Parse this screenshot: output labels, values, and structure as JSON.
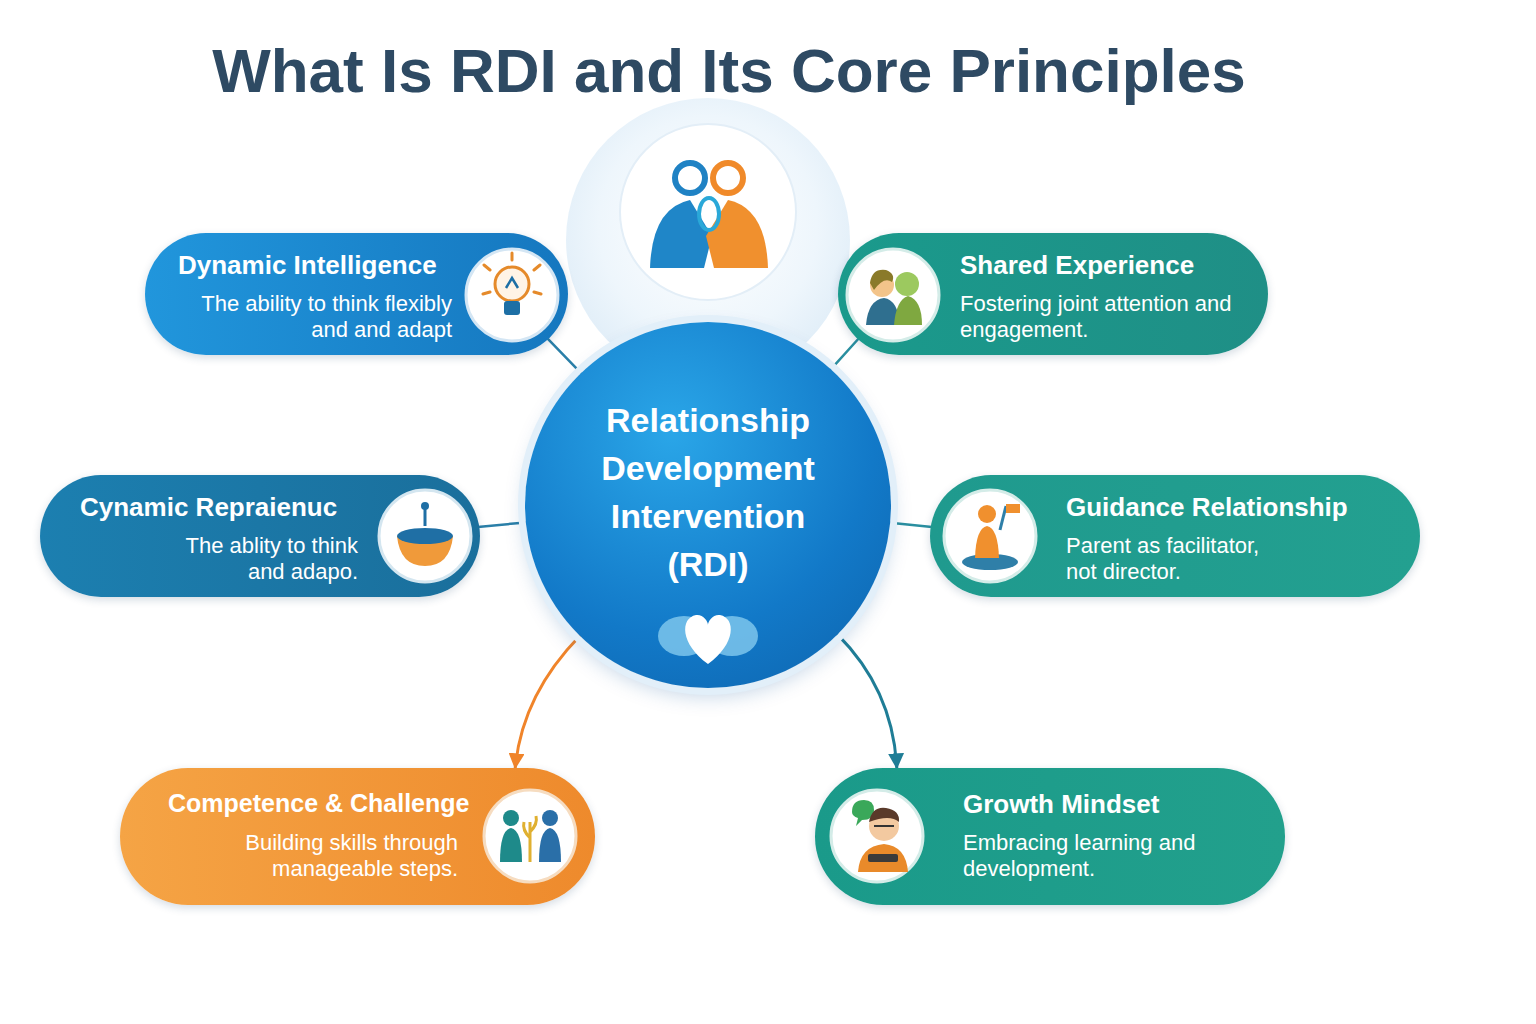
{
  "diagram": {
    "title": "What Is RDI and Its Core Principles",
    "nodes": [
      {
        "text": [
          "Dynamic Intelligence",
          "The ability to think flexibly and and adapt"
        ]
      },
      {
        "text": [
          "Shared Experience",
          "Fostering joint attention and engagement."
        ]
      },
      {
        "text": [
          "Relationship Development Intervention (RDI)"
        ]
      },
      {
        "text": [
          "Cynamic Repraienuc",
          "The ablity to think and adapo."
        ]
      },
      {
        "text": [
          "Guidance Relationship",
          "Parent as facilitator, not director."
        ]
      },
      {
        "text": [
          "Competence & Challenge",
          "Building skills through manageable steps."
        ]
      },
      {
        "text": [
          "Growth Mindset",
          "Embracing learning and development."
        ]
      }
    ],
    "edges": [
      {
        "from": 2,
        "to": 0,
        "arrow": "none"
      },
      {
        "from": 2,
        "to": 1,
        "arrow": "none"
      },
      {
        "from": 2,
        "to": 3,
        "arrow": "none"
      },
      {
        "from": 2,
        "to": 4,
        "arrow": "none"
      },
      {
        "from": 2,
        "to": 5,
        "arrow": "to"
      },
      {
        "from": 2,
        "to": 6,
        "arrow": "to"
      }
    ]
  }
}
